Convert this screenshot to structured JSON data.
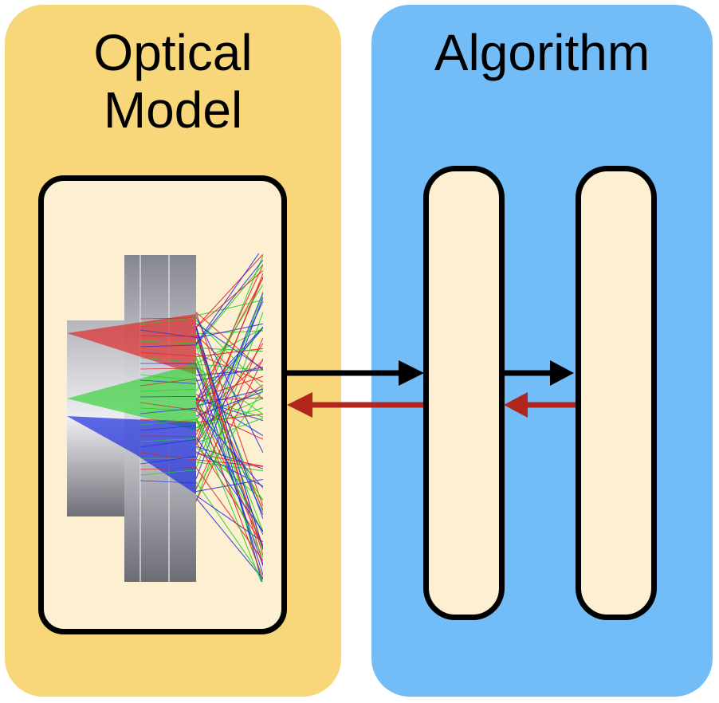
{
  "colors": {
    "optical_panel": "#f8d77a",
    "algorithm_panel": "#72bcf8",
    "box_fill": "#fdf0d2",
    "forward_arrow": "#000000",
    "backward_arrow": "#b3261e",
    "ray_red": "#e02020",
    "ray_green": "#20d020",
    "ray_blue": "#1e2ee0"
  },
  "optical_panel": {
    "title_line1": "Optical",
    "title_line2": "Model"
  },
  "algorithm_panel": {
    "title": "Algorithm"
  },
  "arrows": [
    {
      "from": "optical-model",
      "to": "layer-1",
      "direction": "forward"
    },
    {
      "from": "layer-1",
      "to": "optical-model",
      "direction": "backward"
    },
    {
      "from": "layer-1",
      "to": "layer-2",
      "direction": "forward"
    },
    {
      "from": "layer-2",
      "to": "layer-1",
      "direction": "backward"
    }
  ]
}
